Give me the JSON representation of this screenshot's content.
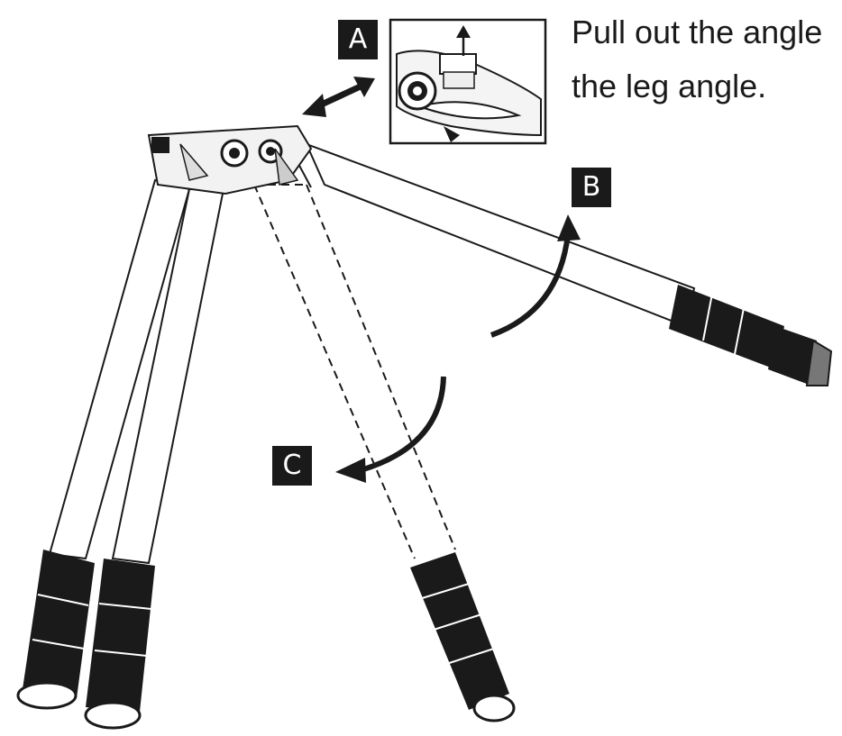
{
  "labels": {
    "a": "A",
    "b": "B",
    "c": "C"
  },
  "instructions": {
    "line1": "Pull out the angle",
    "line2": "the leg angle."
  },
  "colors": {
    "ink": "#1a1a1a",
    "paper": "#ffffff"
  }
}
